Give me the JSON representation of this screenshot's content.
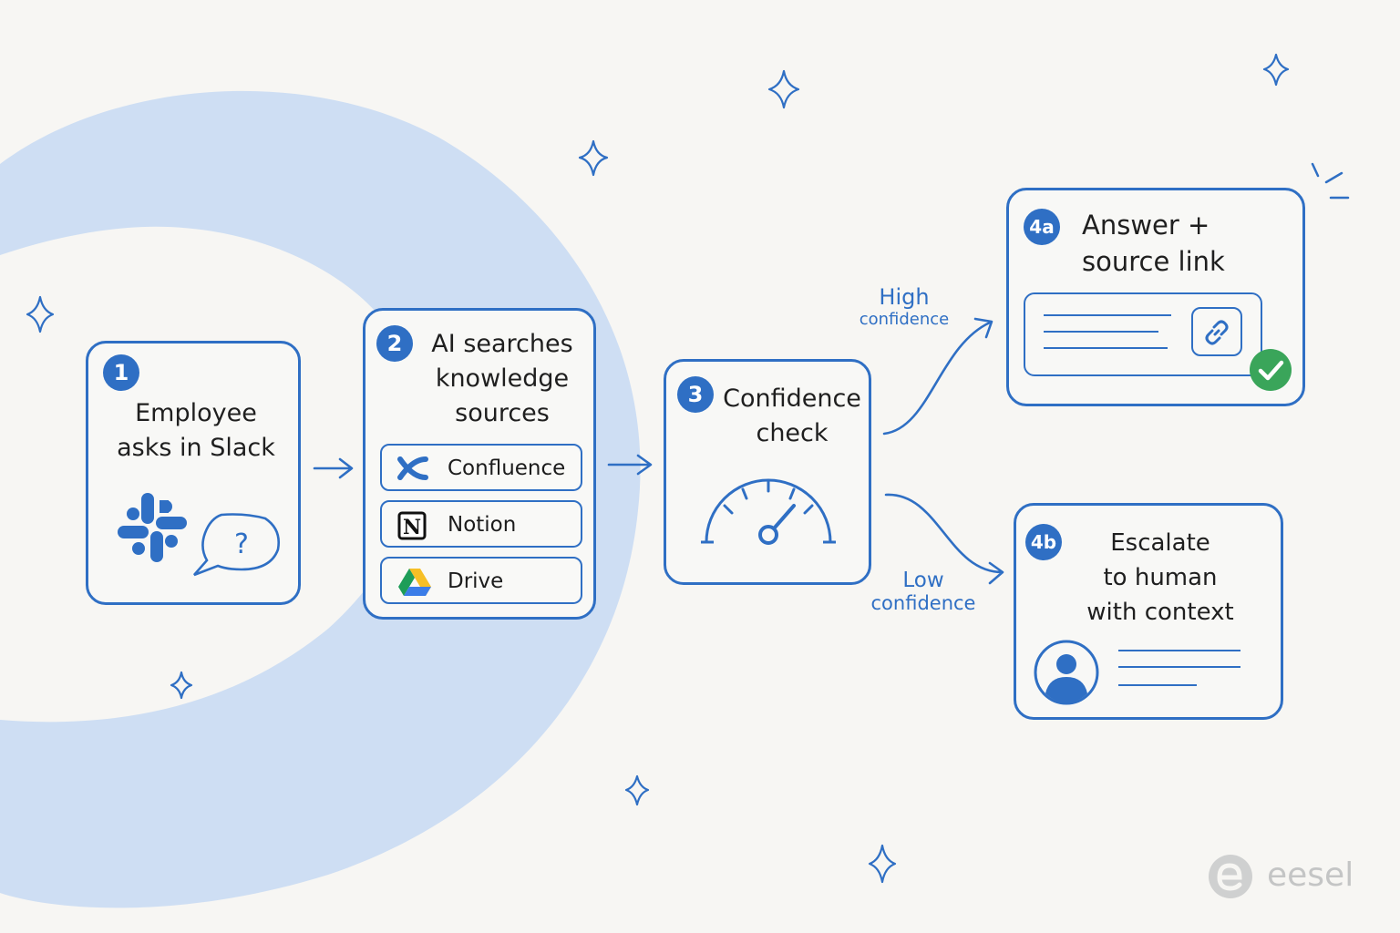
{
  "steps": {
    "s1": {
      "badge": "1",
      "title_line1": "Employee",
      "title_line2": "asks in Slack"
    },
    "s2": {
      "badge": "2",
      "title_line1": "AI searches",
      "title_line2": "knowledge",
      "title_line3": "sources",
      "sources": [
        "Confluence",
        "Notion",
        "Drive"
      ]
    },
    "s3": {
      "badge": "3",
      "title_line1": "Confidence",
      "title_line2": "check"
    },
    "s4a": {
      "badge": "4a",
      "title_line1": "Answer +",
      "title_line2": "source link"
    },
    "s4b": {
      "badge": "4b",
      "title_line1": "Escalate",
      "title_line2": "to human",
      "title_line3": "with context"
    }
  },
  "branches": {
    "high": {
      "line1": "High",
      "line2": "confidence"
    },
    "low": {
      "line1": "Low",
      "line2": "confidence"
    }
  },
  "brand": {
    "name": "eesel"
  },
  "colors": {
    "accent": "#2f6fc4",
    "ring": "#c9dcf3",
    "check": "#3aa55a",
    "background": "#f7f6f3"
  },
  "icons": [
    "slack-icon",
    "question-bubble-icon",
    "confluence-icon",
    "notion-icon",
    "drive-icon",
    "gauge-icon",
    "link-icon",
    "check-icon",
    "person-icon",
    "sparkle-icon"
  ]
}
